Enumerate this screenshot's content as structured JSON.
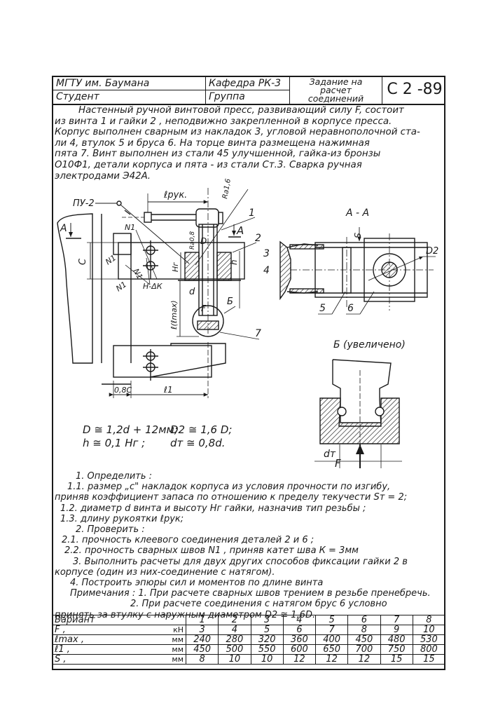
{
  "title_block": {
    "university": "МГТУ им. Баумана",
    "department": "Кафедра РК-3",
    "student_label": "Студент",
    "group_label": "Группа",
    "task_title_lines": [
      "Задание на",
      "расчет",
      "соединений"
    ],
    "sheet_code": "С 2 -89"
  },
  "intro": {
    "lines": [
      "Настенный ручной винтовой пресс, развивающий силу F, состоит",
      "из винта 1 и гайки 2 , неподвижно закрепленной в корпусе пресса.",
      "Корпус выполнен сварным из накладок 3, угловой неравнополочной ста-",
      "ли 4, втулок 5 и бруса 6. На торце винта размещена нажимная",
      "пята 7. Винт выполнен из стали 45 улучшенной, гайка-из бронзы",
      "О10Ф1, детали корпуса и пята - из стали Ст.3. Сварка ручная",
      "электродами Э42А."
    ]
  },
  "drawing": {
    "labels": {
      "weld_symbol": "ПУ-2",
      "handle_length": "ℓрук.",
      "roughness_top": "Ra1,6",
      "roughness_side": "Ra0,8",
      "section_mark": "А",
      "section_title": "А - А",
      "detail_title": "Б (увеличено)",
      "detail_mark": "Б",
      "weld_n1": "N1",
      "weld_note": "Н-ΔК",
      "dim_c": "С",
      "dim_hg": "Нг",
      "dim_h": "h",
      "dim_D": "D",
      "dim_d": "d",
      "dim_l": "ℓ(ℓmax)",
      "dim_08c": "0,8С",
      "dim_l1": "ℓ1",
      "dim_s": "S",
      "dim_D2": "D2",
      "dim_dt": "dт",
      "force": "F",
      "parts": [
        "1",
        "2",
        "3",
        "4",
        "5",
        "6",
        "7"
      ]
    },
    "formulas": {
      "f1": "D ≅ 1,2d + 12мм;",
      "f2": "D2 ≅ 1,6 D;",
      "f3": "h ≅ 0,1 Нг ;",
      "f4": "dт ≅ 0,8d."
    }
  },
  "tasks": {
    "lines": [
      "1. Определить :",
      "1.1. размер „с\" накладок корпуса из условия прочности по изгибу,",
      "приняв коэффициент запаса по отношению к пределу текучести Sт = 2;",
      "1.2. диаметр d винта и высоту Нг гайки, назначив тип резьбы ;",
      "1.3. длину рукоятки ℓрук;",
      "2. Проверить :",
      "2.1. прочность клеевого соединения деталей 2 и 6 ;",
      "2.2. прочность сварных швов N1 , приняв катет шва К = 3мм",
      "3. Выполнить расчеты для двух других способов фиксации гайки 2 в",
      "корпусе (один из них-соединение с натягом).",
      "4. Построить эпюры сил и моментов по длине винта",
      "Примечания : 1. При расчете сварных швов трением в резьбе пренебречь.",
      "2. При расчете соединения с натягом брус 6 условно",
      "принять за втулку с наружным диаметром D2 ≅ 1,6D."
    ]
  },
  "variants_table": {
    "header": "Вариант",
    "columns": [
      "1",
      "2",
      "3",
      "4",
      "5",
      "6",
      "7",
      "8"
    ],
    "rows": [
      {
        "label": "F ,",
        "unit": "кН",
        "values": [
          "3",
          "4",
          "5",
          "6",
          "7",
          "8",
          "9",
          "10"
        ]
      },
      {
        "label": "ℓmax ,",
        "unit": "мм",
        "values": [
          "240",
          "280",
          "320",
          "360",
          "400",
          "450",
          "480",
          "530"
        ]
      },
      {
        "label": "ℓ1 ,",
        "unit": "мм",
        "values": [
          "450",
          "500",
          "550",
          "600",
          "650",
          "700",
          "750",
          "800"
        ]
      },
      {
        "label": "S ,",
        "unit": "мм",
        "values": [
          "8",
          "10",
          "10",
          "12",
          "12",
          "12",
          "15",
          "15"
        ]
      }
    ]
  },
  "colors": {
    "ink": "#1a1a1a",
    "paper": "#ffffff"
  }
}
